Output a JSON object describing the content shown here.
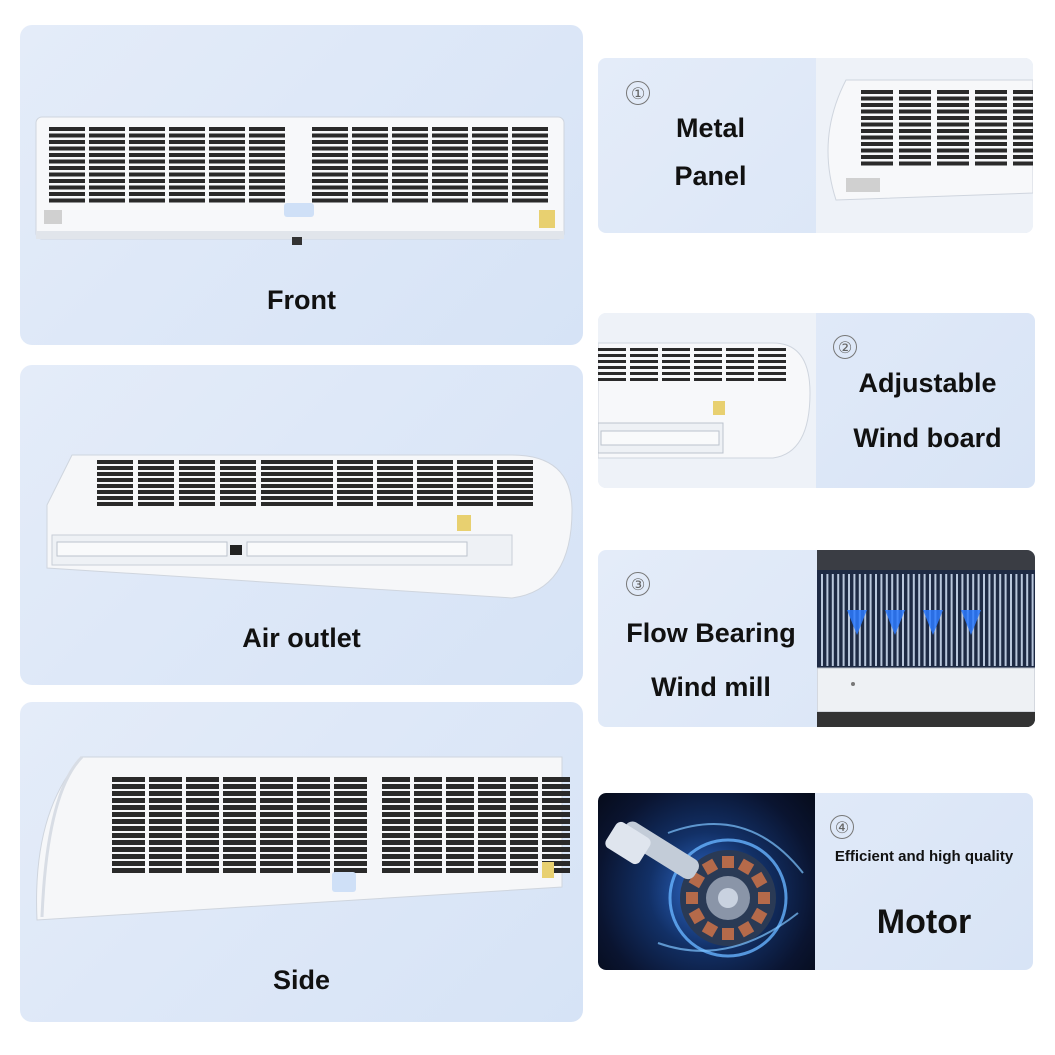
{
  "views": [
    {
      "label": "Front"
    },
    {
      "label": "Air outlet"
    },
    {
      "label": "Side"
    }
  ],
  "features": [
    {
      "number": "①",
      "line1": "Metal",
      "line2": "Panel"
    },
    {
      "number": "②",
      "line1": "Adjustable",
      "line2": "Wind board"
    },
    {
      "number": "③",
      "line1": "Flow Bearing",
      "line2": "Wind mill"
    },
    {
      "number": "④",
      "line1": "Efficient and high quality",
      "line2": "Motor"
    }
  ],
  "colors": {
    "panel_bg": "#dce6f7",
    "text": "#111111",
    "accent_blue": "#2d7bff"
  }
}
